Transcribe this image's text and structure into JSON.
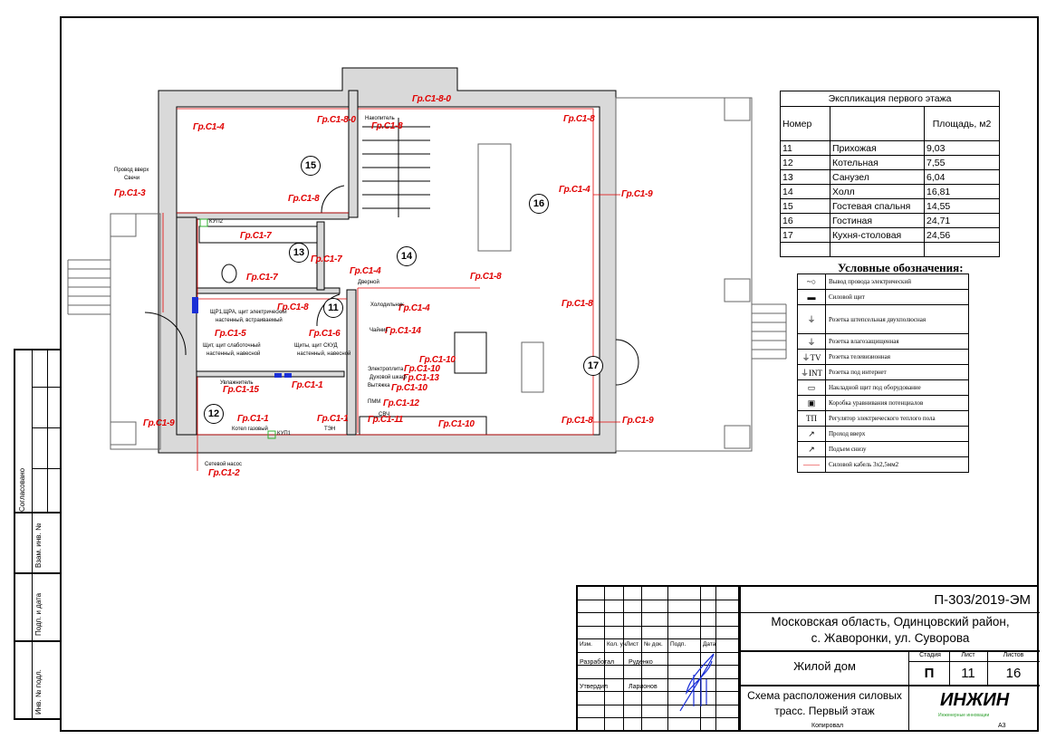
{
  "plan": {
    "labels": [
      "Гр.С1-4",
      "Гр.С1-8-0",
      "Гр.С1-8-0",
      "Гр.С1-8",
      "Гр.С1-8",
      "Гр.С1-3",
      "Гр.С1-8",
      "Гр.С1-7",
      "Гр.С1-7",
      "Гр.С1-7",
      "Гр.С1-4",
      "Гр.С1-8",
      "Гр.С1-4",
      "Гр.С1-9",
      "Гр.С1-8",
      "Гр.С1-4",
      "Гр.С1-8",
      "Гр.С1-5",
      "Гр.С1-6",
      "Гр.С1-14",
      "Гр.С1-10",
      "Гр.С1-10",
      "Гр.С1-13",
      "Гр.С1-10",
      "Гр.С1-12",
      "Гр.С1-1",
      "Гр.С1-15",
      "Гр.С1-9",
      "Гр.С1-1",
      "Гр.С1-1",
      "Гр.С1-11",
      "Гр.С1-10",
      "Гр.С1-8",
      "Гр.С1-9",
      "Гр.С1-2"
    ],
    "notes": [
      "Провод вверх",
      "Свечи",
      "Накопитель",
      "КУП2",
      "КУП1",
      "ЩР1,ЩРА, щит электрический",
      "настенный, встраиваемый",
      "Щит, щит слаботочный",
      "настенный, навесной",
      "Щиты, щит СКУД",
      "настенный, навесной",
      "Увлажнитель",
      "Котел газовый",
      "ТЭН",
      "Сетевой насос",
      "Холодильник",
      "Чайник",
      "Электроплита",
      "Духовой шкаф",
      "Вытяжка",
      "ПММ",
      "СВЧ",
      "Дверной"
    ],
    "rooms": [
      "15",
      "13",
      "14",
      "16",
      "11",
      "12",
      "17"
    ]
  },
  "explication": {
    "title": "Экспликация первого этажа",
    "col_number": "Номер",
    "col_name": "",
    "col_area": "Площадь, м2",
    "rows": [
      [
        "11",
        "Прихожая",
        "9,03"
      ],
      [
        "12",
        "Котельная",
        "7,55"
      ],
      [
        "13",
        "Санузел",
        "6,04"
      ],
      [
        "14",
        "Холл",
        "16,81"
      ],
      [
        "15",
        "Гостевая спальня",
        "14,55"
      ],
      [
        "16",
        "Гостиная",
        "24,71"
      ],
      [
        "17",
        "Кухня-столовая",
        "24,56"
      ]
    ]
  },
  "legend": {
    "title": "Условные обозначения:",
    "items": [
      {
        "icon": "wire-outlet-icon",
        "glyph": "~○",
        "text": "Вывод провода электрический"
      },
      {
        "icon": "power-panel-icon",
        "glyph": "▬",
        "text": "Силовой щит"
      },
      {
        "icon": "socket-double-icon",
        "glyph": "⏚",
        "text": "Розетка штепсельная двухполюсная"
      },
      {
        "icon": "socket-waterproof-icon",
        "glyph": "⏚",
        "text": "Розетка влагозащищенная"
      },
      {
        "icon": "socket-tv-icon",
        "glyph": "⏚TV",
        "text": "Розетка телевизионная"
      },
      {
        "icon": "socket-internet-icon",
        "glyph": "⏚INT",
        "text": "Розетка под интернет"
      },
      {
        "icon": "surface-panel-icon",
        "glyph": "▭",
        "text": "Накладной щит под оборудование"
      },
      {
        "icon": "potential-box-icon",
        "glyph": "▣",
        "text": "Коробка уравнивания потенциалов"
      },
      {
        "icon": "floor-heating-regulator-icon",
        "glyph": "ТП",
        "text": "Регулятор электрического теплого пола"
      },
      {
        "icon": "pass-up-icon",
        "glyph": "↗",
        "text": "Проход вверх"
      },
      {
        "icon": "rise-from-below-icon",
        "glyph": "↗",
        "text": "Подъем снизу"
      },
      {
        "icon": "power-cable-icon",
        "glyph": "——",
        "text": "Силовой кабель 3х2,5мм2"
      }
    ]
  },
  "stamp": {
    "code": "П-303/2019-ЭМ",
    "address_line1": "Московская область, Одинцовский район,",
    "address_line2": "с. Жаворонки, ул. Суворова",
    "object": "Жилой дом",
    "sheet_title_1": "Схема расположения силовых",
    "sheet_title_2": "трасс. Первый этаж",
    "stage_h": "Стадия",
    "sheet_h": "Лист",
    "sheets_h": "Листов",
    "stage": "П",
    "sheet": "11",
    "sheets": "16",
    "cols": [
      "Изм.",
      "Кол. уч.",
      "Лист",
      "№ док.",
      "Подп.",
      "Дата"
    ],
    "developed_label": "Разработал",
    "developed_name": "Руденко",
    "approved_label": "Утвердил",
    "approved_name": "Ларионов",
    "logo": "ИНЖИН",
    "logo_sub": "Инженерные инновации",
    "copied": "Копировал",
    "format": "А3"
  },
  "side": {
    "agreed": "Согласовано",
    "inv_repl": "Взам. инв. №",
    "sign_date": "Подп. и дата",
    "inv_orig": "Инв. № подл."
  },
  "colors": {
    "cable": "#e00000",
    "wall": "#d9d9d9",
    "panel": "#1a2fd6",
    "tv": "#e020e0",
    "kup": "#30b030"
  }
}
